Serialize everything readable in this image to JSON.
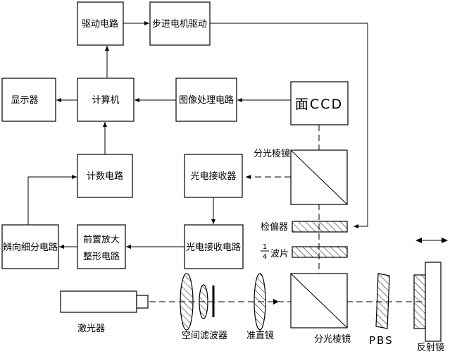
{
  "blocks": {
    "drive_circuit": "驱动电路",
    "stepper_motor_drive": "步进电机驱动",
    "display": "显示器",
    "computer": "计算机",
    "image_processing": "图像处理电路",
    "area_ccd": "面CCD",
    "counting_circuit": "计数电路",
    "photo_receiver": "光电接收器",
    "photo_receive_circuit": "光电接收电路",
    "preamp_line1": "前置放大",
    "preamp_line2": "整形电路",
    "direction_subdivision": "辨向细分电路"
  },
  "optics": {
    "beam_splitter_top": "分光棱镜",
    "analyzer": "检偏器",
    "quarter_wave_num": "1",
    "quarter_wave_den": "4",
    "quarter_wave_text": "波片",
    "laser": "激光器",
    "spatial_filter": "空间滤波器",
    "collimator": "准直镜",
    "beam_splitter_bottom": "分光棱镜",
    "pbs": "PBS",
    "reflector": "反射镜"
  }
}
